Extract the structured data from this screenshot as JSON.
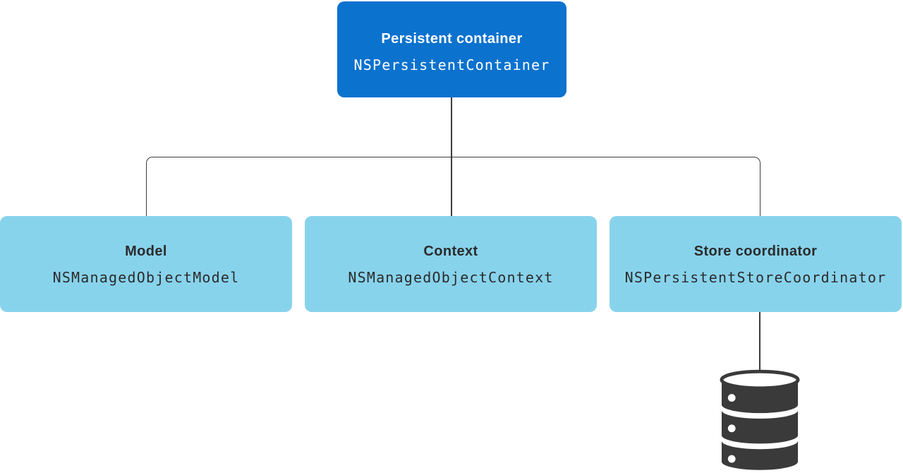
{
  "colors": {
    "root_box_bg": "#0b72ce",
    "root_box_text": "#ffffff",
    "child_box_bg": "#88d3ec",
    "child_box_text": "#2b2b2b",
    "connector_line": "#3c3c3c",
    "database_icon": "#3a3a3a",
    "background": "#ffffff"
  },
  "diagram": {
    "root": {
      "title": "Persistent container",
      "class_name": "NSPersistentContainer"
    },
    "children": [
      {
        "title": "Model",
        "class_name": "NSManagedObjectModel"
      },
      {
        "title": "Context",
        "class_name": "NSManagedObjectContext"
      },
      {
        "title": "Store coordinator",
        "class_name": "NSPersistentStoreCoordinator",
        "attached_icon": "database-icon"
      }
    ]
  }
}
